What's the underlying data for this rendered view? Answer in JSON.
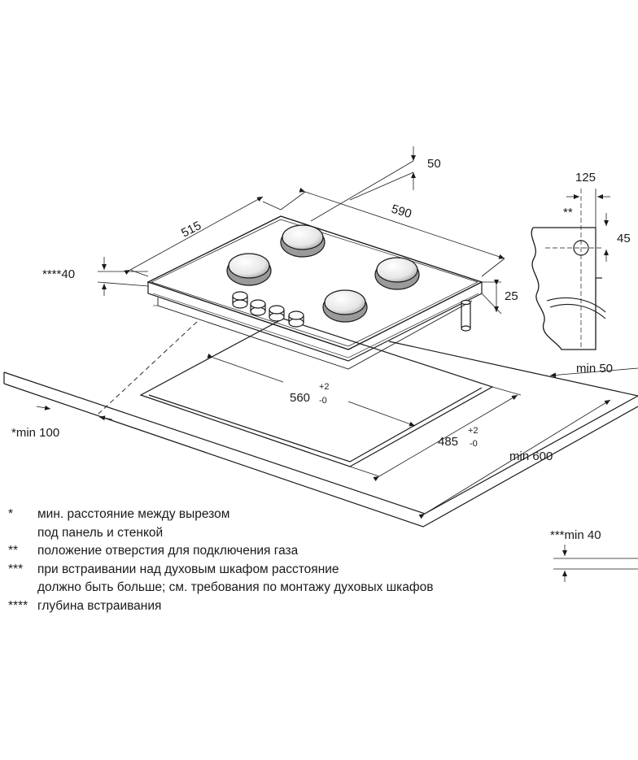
{
  "dimensions": {
    "top_depth": "50",
    "hob_depth": "515",
    "hob_width": "590",
    "side_gap": "125",
    "gas_marker": "**",
    "gas_height": "45",
    "build_depth": "****40",
    "hob_height": "25",
    "cutout_width": "560",
    "cutout_width_tol_plus": "+2",
    "cutout_width_tol_minus": "-0",
    "cutout_depth": "485",
    "cutout_depth_tol_plus": "+2",
    "cutout_depth_tol_minus": "-0",
    "min_back": "min 50",
    "min_front": "*min 100",
    "min_worktop": "min 600",
    "min_below": "***min 40"
  },
  "notes": [
    {
      "mark": "*",
      "lines": [
        "мин. расстояние между вырезом",
        "под панель и стенкой"
      ]
    },
    {
      "mark": "**",
      "lines": [
        "положение отверстия для подключения газа"
      ]
    },
    {
      "mark": "***",
      "lines": [
        "при встраивании над духовым шкафом расстояние",
        "должно быть больше; см. требования по монтажу духовых шкафов"
      ]
    },
    {
      "mark": "****",
      "lines": [
        "глубина встраивания"
      ]
    }
  ],
  "colors": {
    "line": "#1a1a1a",
    "burner_light": "#f2f2f2",
    "burner_shade": "#9a9a9a"
  }
}
